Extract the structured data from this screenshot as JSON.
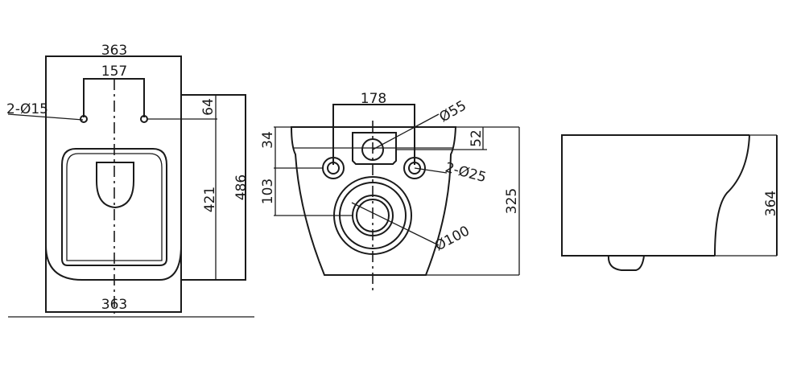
{
  "drawing": {
    "top_view": {
      "width_top": "363",
      "width_bottom": "363",
      "bolt_spacing": "157",
      "bolt_holes": "2-Ø15",
      "bolt_offset": "64",
      "inner_length": "421",
      "overall_length": "486"
    },
    "front_view": {
      "bolt_spacing": "178",
      "water_inlet": "Ø55",
      "inlet_offset": "52",
      "bolt_holes": "2-Ø25",
      "height": "325",
      "bolt_height": "34",
      "outlet_height": "103",
      "waste_outlet": "Ø100"
    },
    "side_view": {
      "height": "364"
    }
  }
}
